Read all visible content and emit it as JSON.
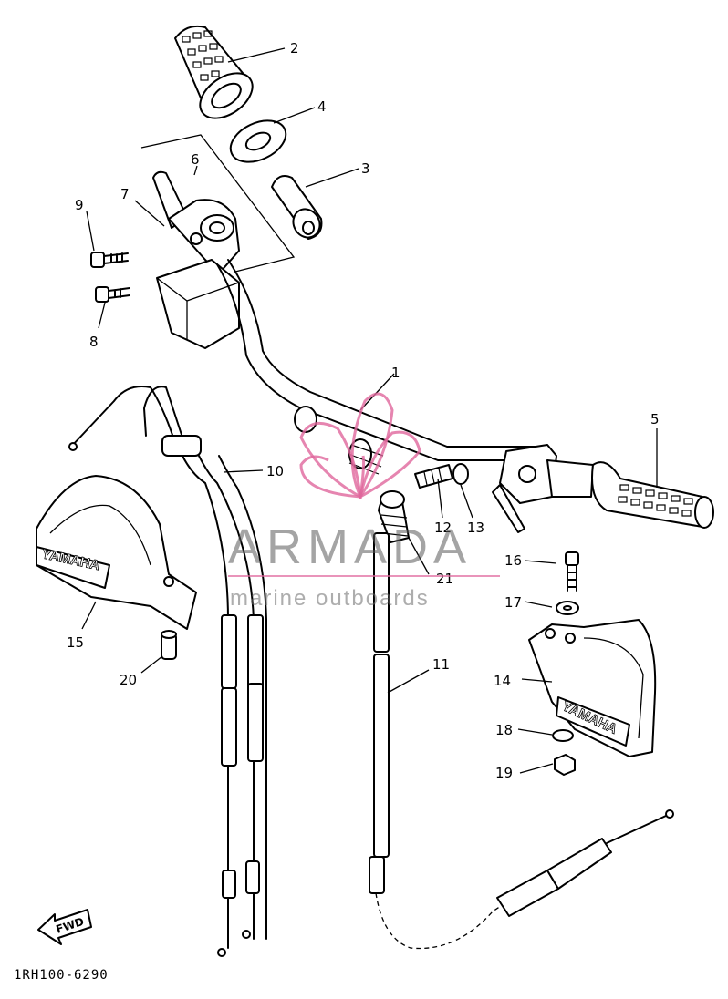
{
  "diagram": {
    "part_labels": [
      "1",
      "2",
      "3",
      "4",
      "5",
      "6",
      "7",
      "8",
      "9",
      "10",
      "11",
      "12",
      "13",
      "14",
      "15",
      "16",
      "17",
      "18",
      "19",
      "20",
      "21"
    ],
    "fwd_label": "FWD",
    "drawing_code": "1RH100-6290",
    "guard_brand": "YAMAHA"
  },
  "watermark": {
    "title": "ARMADA",
    "subtitle": "marine outboards",
    "logo_color": "#e0669c",
    "text_color": "#5a5a5a"
  }
}
